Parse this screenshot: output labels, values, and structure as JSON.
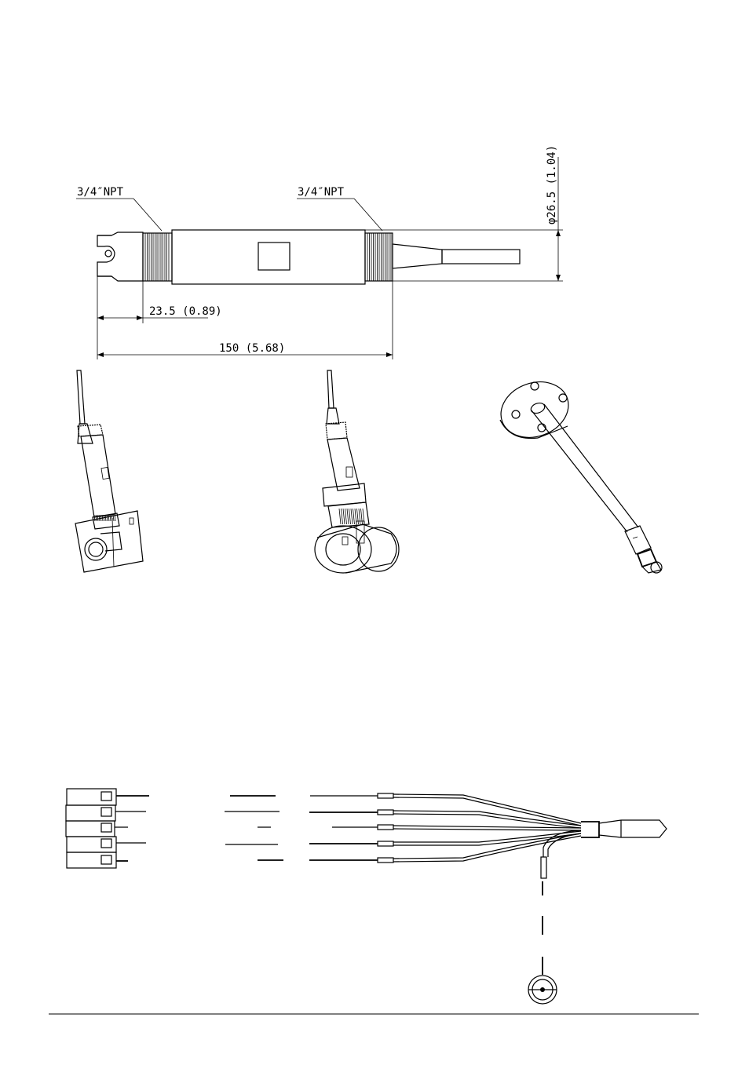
{
  "dimension_labels": {
    "thread_left": "3/4″NPT",
    "thread_right": "3/4″NPT",
    "diameter": "φ26.5 (1.04)",
    "thread_length": "23.5 (0.89)",
    "total_length": "150 (5.68)"
  },
  "colors": {
    "line": "#000000",
    "background": "#ffffff"
  },
  "figures": [
    {
      "icon": "sensor-side-view-drawing"
    },
    {
      "icon": "sensor-mounted-in-bracket-icon"
    },
    {
      "icon": "sensor-mounted-in-tee-fitting-icon"
    },
    {
      "icon": "sensor-on-flange-mount-icon"
    },
    {
      "icon": "cable-wiring-terminal-diagram"
    }
  ],
  "terminal_count": 5,
  "wire_count": 6
}
